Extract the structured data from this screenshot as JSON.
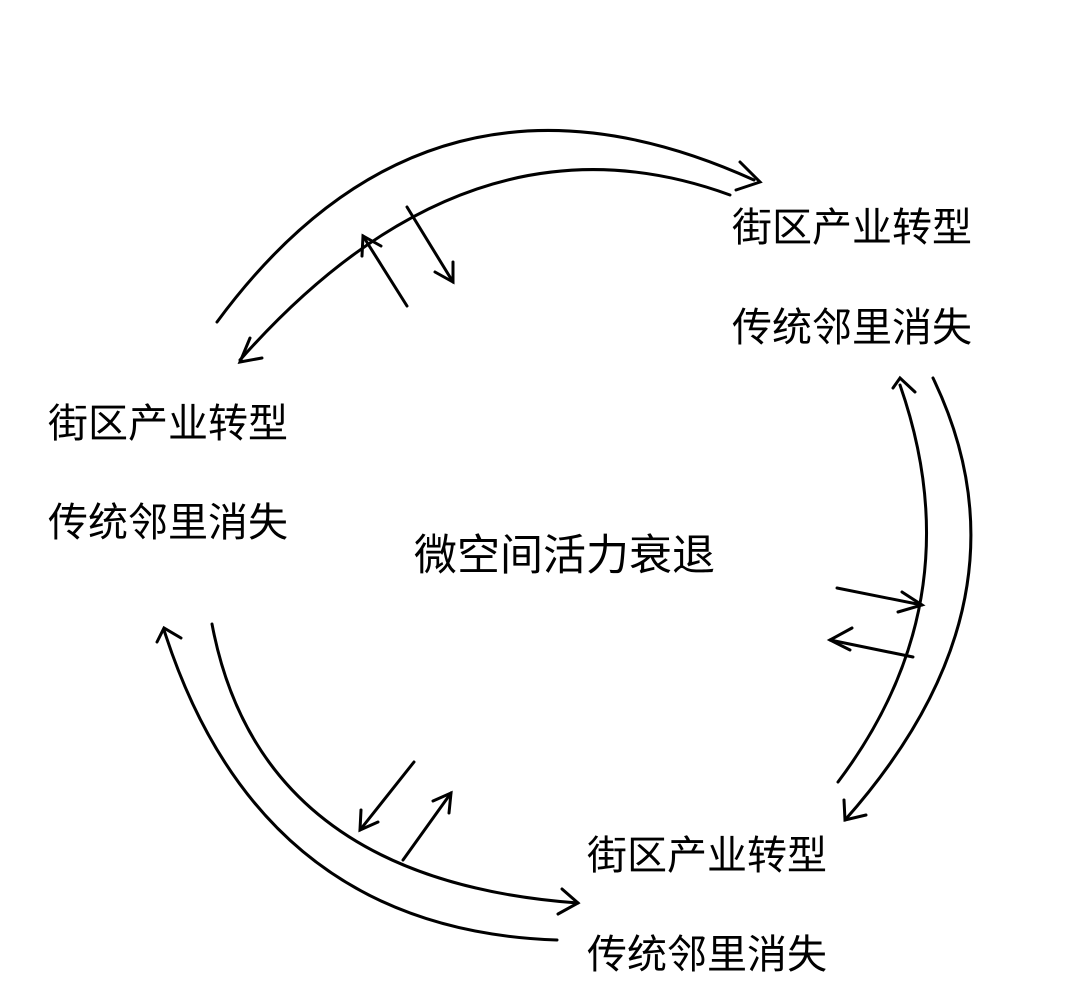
{
  "diagram": {
    "center_label": "微空间活力衰退",
    "nodes": [
      {
        "id": "top-right",
        "line1": "街区产业转型",
        "line2": "传统邻里消失"
      },
      {
        "id": "left",
        "line1": "街区产业转型",
        "line2": "传统邻里消失"
      },
      {
        "id": "bottom-right",
        "line1": "街区产业转型",
        "line2": "传统邻里消失"
      }
    ],
    "colors": {
      "ink": "#000000",
      "background": "#ffffff"
    }
  }
}
